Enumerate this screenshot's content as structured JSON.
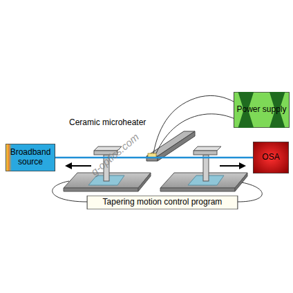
{
  "diagram": {
    "nodes": [
      {
        "text": [
          "Broadband source"
        ]
      },
      {
        "text": [
          "Power supply"
        ]
      },
      {
        "text": [
          "OSA"
        ]
      },
      {
        "text": [
          "Tapering motion control program"
        ]
      }
    ],
    "edges": [
      {
        "from": 0,
        "to": 2,
        "arrow": "none"
      }
    ],
    "labels": [
      "Ceramic microheater",
      "g-optics.com"
    ]
  }
}
